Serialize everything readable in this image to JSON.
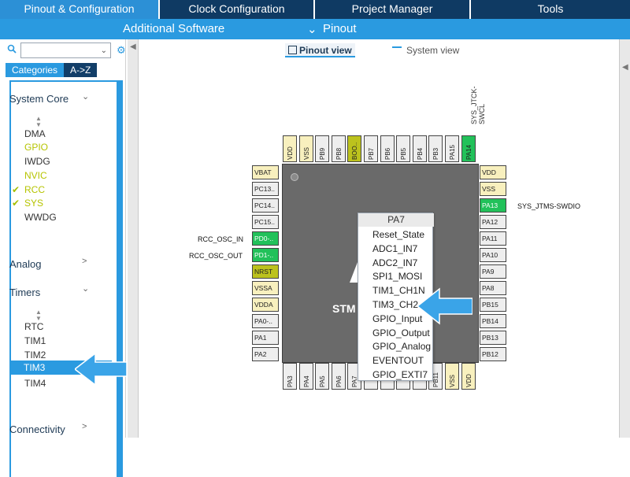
{
  "tabs": [
    "Pinout & Configuration",
    "Clock Configuration",
    "Project Manager",
    "Tools"
  ],
  "subbar": {
    "additional_software": "Additional Software",
    "pinout": "Pinout"
  },
  "sidebar": {
    "category_tabs": [
      "Categories",
      "A->Z"
    ],
    "system_core": {
      "title": "System Core",
      "items": [
        "DMA",
        "GPIO",
        "IWDG",
        "NVIC",
        "RCC",
        "SYS",
        "WWDG"
      ]
    },
    "analog": {
      "title": "Analog"
    },
    "timers": {
      "title": "Timers",
      "items": [
        "RTC",
        "TIM1",
        "TIM2",
        "TIM3",
        "TIM4"
      ]
    },
    "connectivity": {
      "title": "Connectivity"
    }
  },
  "view_toggle": {
    "pinout_view": "Pinout view",
    "system_view": "System view"
  },
  "chip": {
    "name": "STM",
    "top_pins": [
      "VDD",
      "VSS",
      "PB9",
      "PB8",
      "BOO..",
      "PB7",
      "PB6",
      "PB5",
      "PB4",
      "PB3",
      "PA15",
      "PA14"
    ],
    "left_pins": [
      "VBAT",
      "PC13..",
      "PC14..",
      "PC15..",
      "PD0-..",
      "PD1-..",
      "NRST",
      "VSSA",
      "VDDA",
      "PA0-..",
      "PA1",
      "PA2"
    ],
    "right_pins": [
      "VDD",
      "VSS",
      "PA13",
      "PA12",
      "PA11",
      "PA10",
      "PA9",
      "PA8",
      "PB15",
      "PB14",
      "PB13",
      "PB12"
    ],
    "bottom_pins": [
      "PA3",
      "PA4",
      "PA5",
      "PA6",
      "PA7",
      "",
      "",
      "",
      "",
      "PB11",
      "VSS",
      "VDD"
    ]
  },
  "signals": {
    "swclk": "SYS_JTCK-SWCL",
    "swdio": "SYS_JTMS-SWDIO",
    "osc_in": "RCC_OSC_IN",
    "osc_out": "RCC_OSC_OUT"
  },
  "popup": {
    "title": "PA7",
    "items": [
      "Reset_State",
      "ADC1_IN7",
      "ADC2_IN7",
      "SPI1_MOSI",
      "TIM1_CH1N",
      "TIM3_CH2",
      "GPIO_Input",
      "GPIO_Output",
      "GPIO_Analog",
      "EVENTOUT",
      "GPIO_EXTI7"
    ]
  },
  "colors": {
    "accent": "#2a9ae0",
    "dark_tab": "#0f3a63",
    "pin_green": "#22c15a",
    "pin_yellow": "#f8f0be",
    "pin_olive": "#bcc21d"
  }
}
